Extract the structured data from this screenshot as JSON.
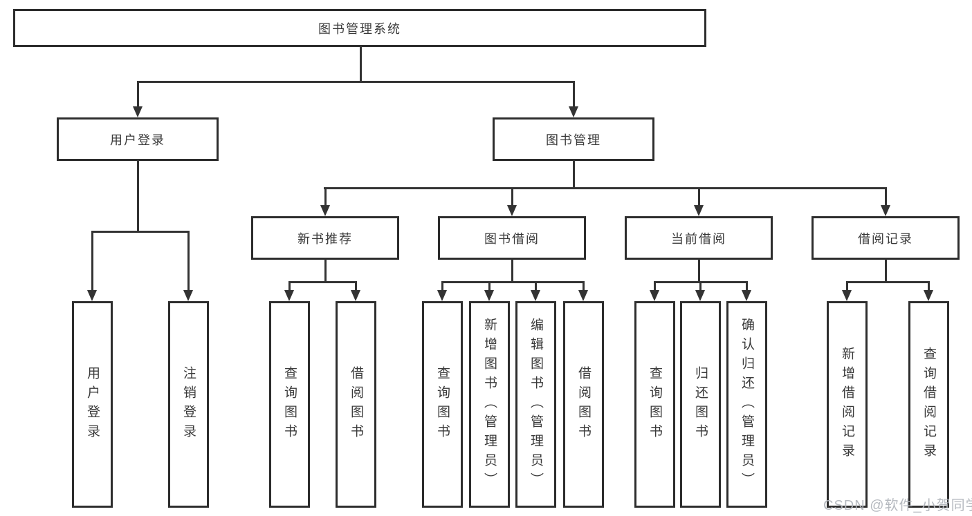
{
  "diagram": {
    "title": "图书管理系统",
    "level2": [
      {
        "label": "用户登录"
      },
      {
        "label": "图书管理"
      }
    ],
    "level3": [
      {
        "label": "新书推荐",
        "parent": "图书管理"
      },
      {
        "label": "图书借阅",
        "parent": "图书管理"
      },
      {
        "label": "当前借阅",
        "parent": "图书管理"
      },
      {
        "label": "借阅记录",
        "parent": "图书管理"
      }
    ],
    "leaves": [
      {
        "label": "用户登录",
        "parent": "用户登录"
      },
      {
        "label": "注销登录",
        "parent": "用户登录"
      },
      {
        "label": "查询图书",
        "parent": "新书推荐"
      },
      {
        "label": "借阅图书",
        "parent": "新书推荐"
      },
      {
        "label": "查询图书",
        "parent": "图书借阅"
      },
      {
        "label": "新增图书（管理员）",
        "parent": "图书借阅"
      },
      {
        "label": "编辑图书（管理员）",
        "parent": "图书借阅"
      },
      {
        "label": "借阅图书",
        "parent": "图书借阅"
      },
      {
        "label": "查询图书",
        "parent": "当前借阅"
      },
      {
        "label": "归还图书",
        "parent": "当前借阅"
      },
      {
        "label": "确认归还（管理员）",
        "parent": "当前借阅"
      },
      {
        "label": "新增借阅记录",
        "parent": "借阅记录"
      },
      {
        "label": "查询借阅记录",
        "parent": "借阅记录"
      }
    ]
  },
  "watermark": {
    "text": "CSDN @软件_小贺同学",
    "color": "#b3b7bd"
  },
  "colors": {
    "background": "#ffffff",
    "box_border": "#2d2d2d",
    "line": "#333333",
    "text": "#3a3a3a"
  }
}
